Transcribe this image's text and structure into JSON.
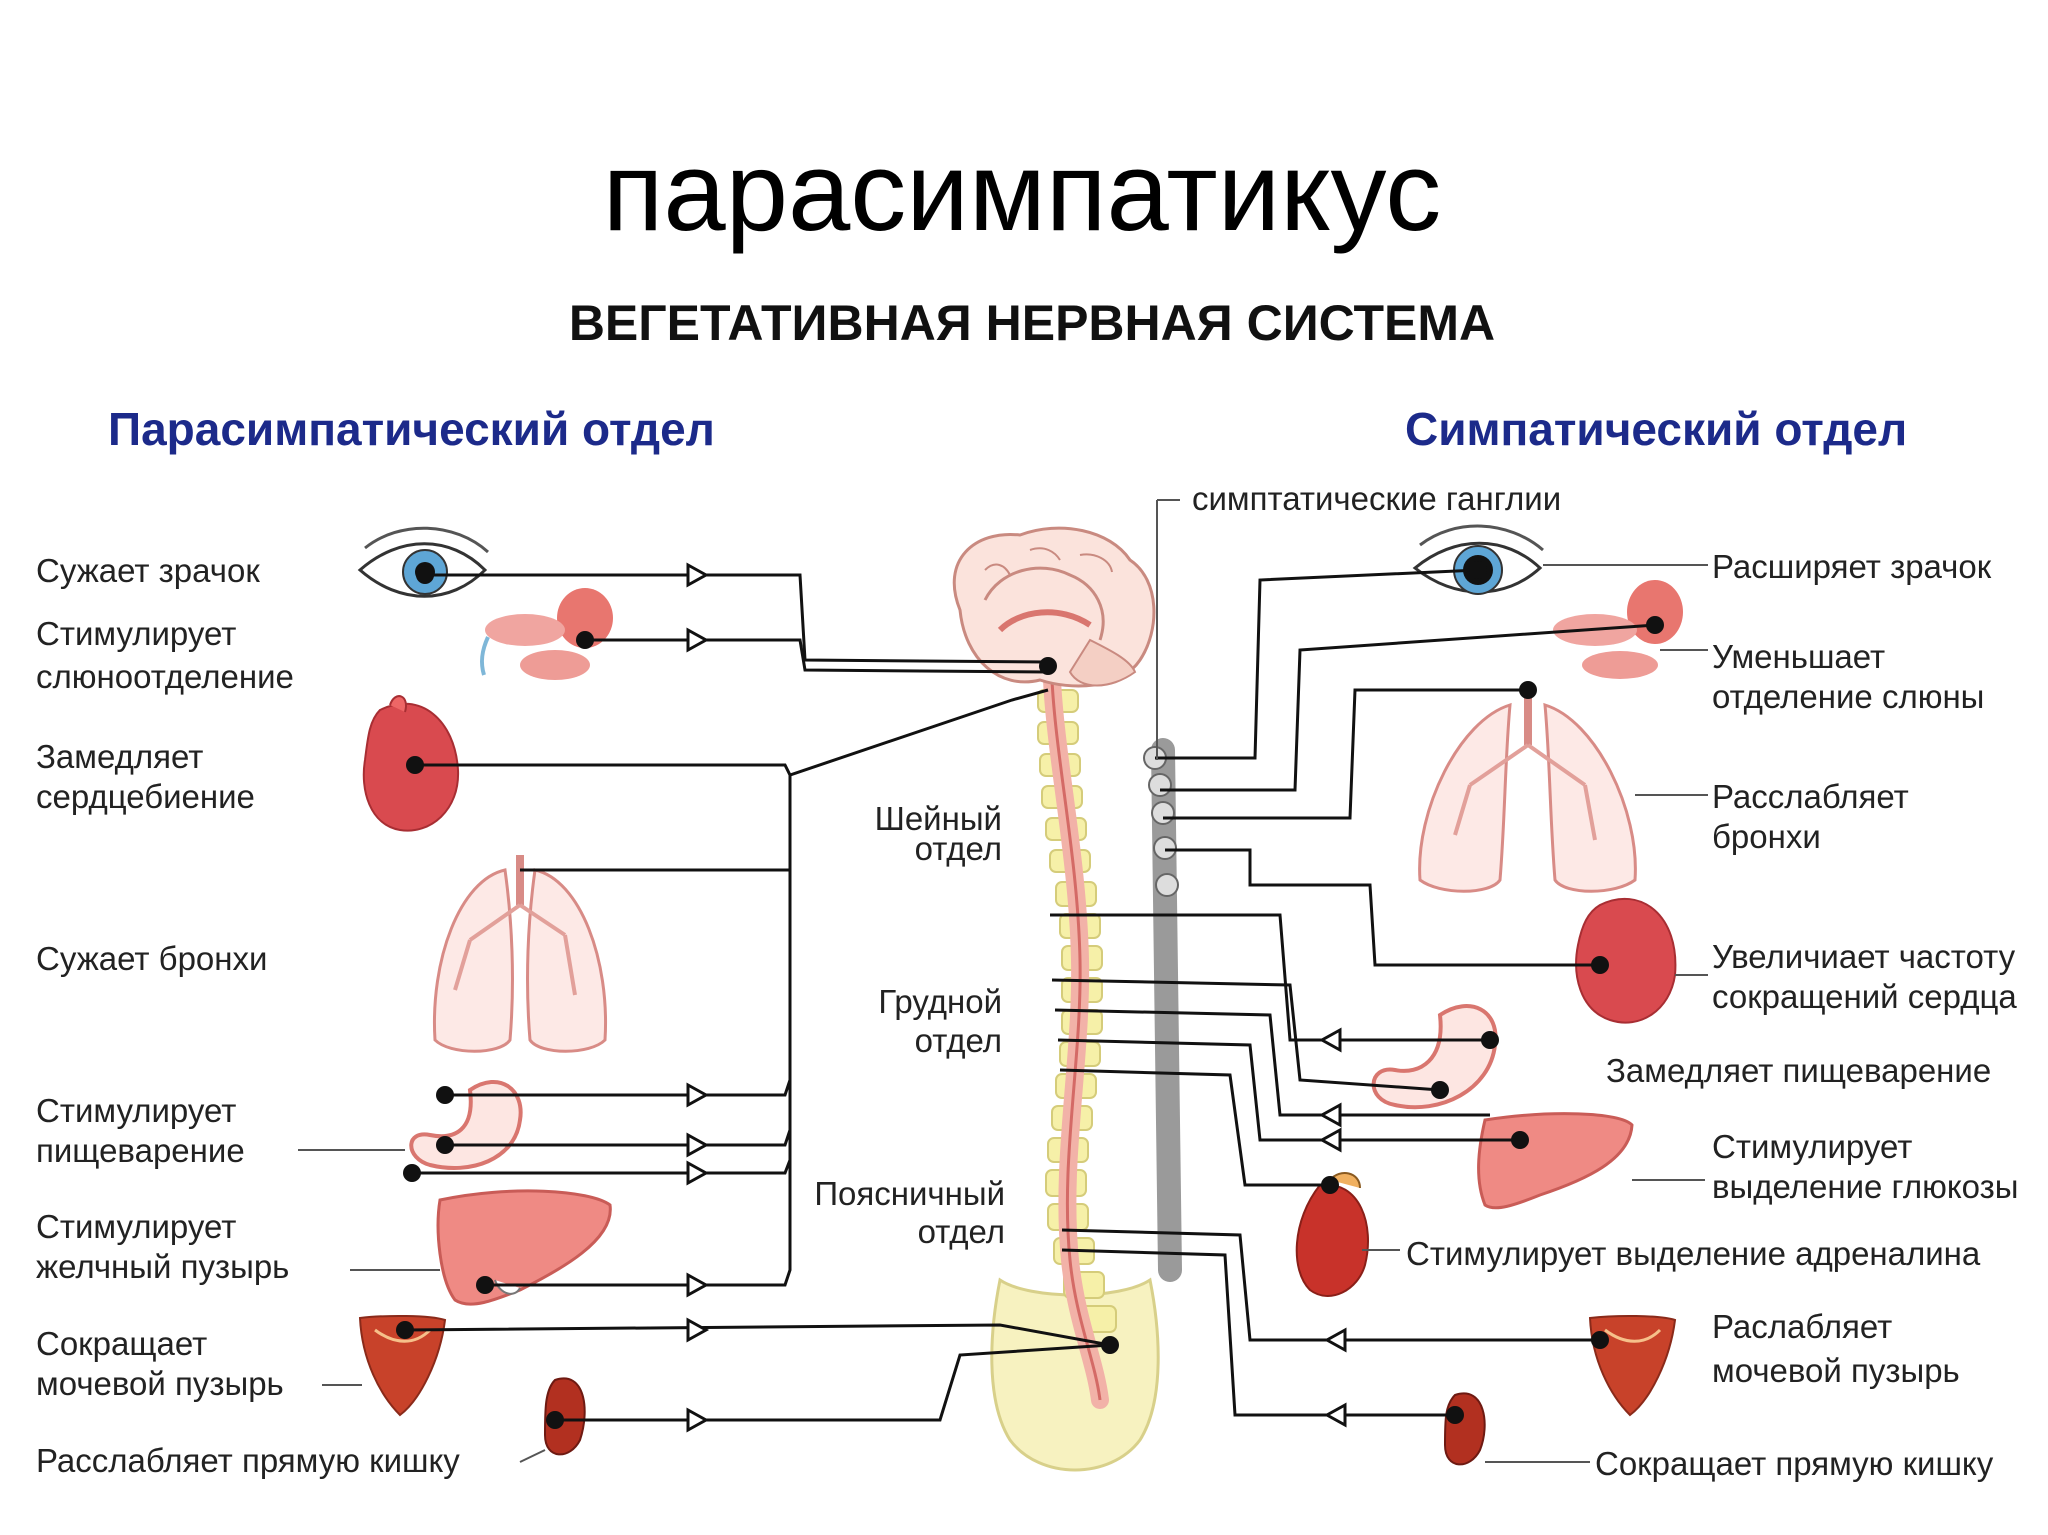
{
  "slide_title": "парасимпатикус",
  "diagram_title": "ВЕГЕТАТИВНАЯ НЕРВНАЯ СИСТЕМА",
  "parasympathetic": {
    "title": "Парасимпатический отдел",
    "effects": [
      {
        "line1": "Сужает зрачок",
        "line2": ""
      },
      {
        "line1": "Стимулирует",
        "line2": "слюноотделение"
      },
      {
        "line1": "Замедляет",
        "line2": "сердцебиение"
      },
      {
        "line1": "Сужает бронхи",
        "line2": ""
      },
      {
        "line1": "Стимулирует",
        "line2": "пищеварение"
      },
      {
        "line1": "Стимулирует",
        "line2": "желчный пузырь"
      },
      {
        "line1": "Сокращает",
        "line2": "мочевой пузырь"
      },
      {
        "line1": "Расслабляет прямую кишку",
        "line2": ""
      }
    ]
  },
  "sympathetic": {
    "title": "Симпатический отдел",
    "ganglia_label": "симптатические ганглии",
    "effects": [
      {
        "line1": "Расширяет зрачок",
        "line2": ""
      },
      {
        "line1": "Уменьшает",
        "line2": "отделение слюны"
      },
      {
        "line1": "Расслабляет",
        "line2": "бронхи"
      },
      {
        "line1": "Увеличиает частоту",
        "line2": "сокращений сердца"
      },
      {
        "line1": "Замедляет пищеварение",
        "line2": ""
      },
      {
        "line1": "Стимулирует",
        "line2": "выделение глюкозы"
      },
      {
        "line1": "Стимулирует выделение адреналина",
        "line2": ""
      },
      {
        "line1": "Раслабляет",
        "line2": "мочевой пузырь"
      },
      {
        "line1": "Сокращает прямую кишку",
        "line2": ""
      }
    ]
  },
  "spine_sections": [
    {
      "line1": "Шейный",
      "line2": "отдел"
    },
    {
      "line1": "Грудной",
      "line2": "отдел"
    },
    {
      "line1": "Поясничный",
      "line2": "отдел"
    }
  ],
  "colors": {
    "section_title": "#1c2a8a",
    "organ_red": "#d94a4f",
    "organ_pink": "#f2a7a2",
    "spinal_cord": "#f6c3b8",
    "vertebrae": "#f6f0a8",
    "ganglia": "#9a9a9a"
  }
}
